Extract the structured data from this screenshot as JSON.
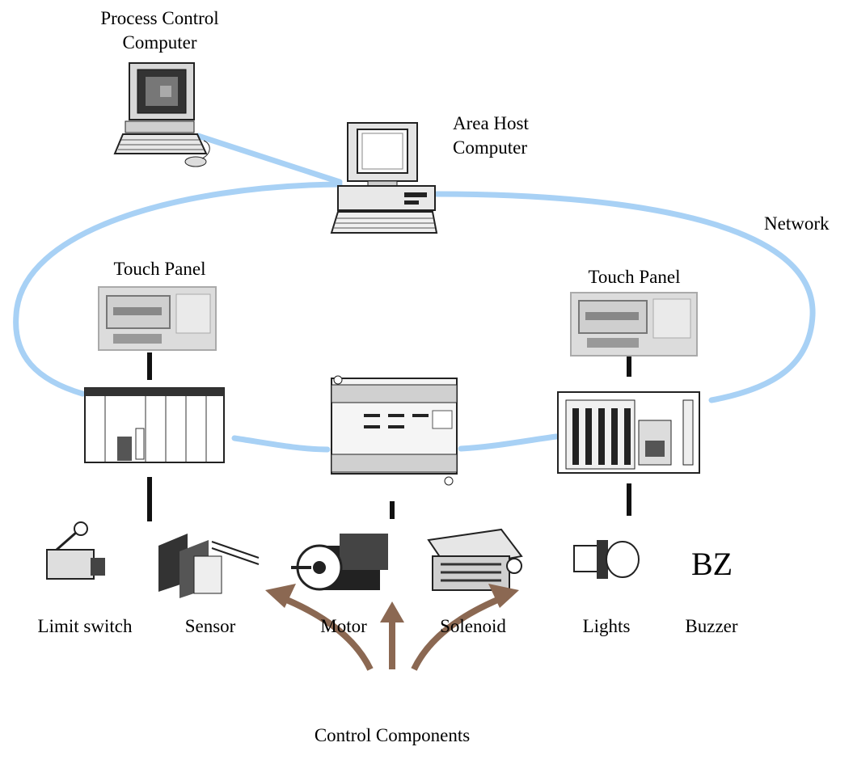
{
  "labels": {
    "process_control_computer": [
      "Process Control",
      "Computer"
    ],
    "area_host_computer": [
      "Area Host",
      "Computer"
    ],
    "network": "Network",
    "touch_panel_left": "Touch Panel",
    "touch_panel_right": "Touch Panel",
    "limit_switch": "Limit switch",
    "sensor": "Sensor",
    "motor": "Motor",
    "solenoid": "Solenoid",
    "lights": "Lights",
    "buzzer": "Buzzer",
    "buzzer_symbol": "BZ",
    "control_components": "Control Components"
  },
  "colors": {
    "network_line": "#a8d1f5",
    "arrow": "#8b6852",
    "connector": "#111111"
  },
  "icons": [
    "computer-icon",
    "computer-icon",
    "touch-panel-icon",
    "touch-panel-icon",
    "plc-icon",
    "plc-icon",
    "plc-icon",
    "limit-switch-icon",
    "sensor-icon",
    "motor-icon",
    "solenoid-icon",
    "light-icon"
  ]
}
